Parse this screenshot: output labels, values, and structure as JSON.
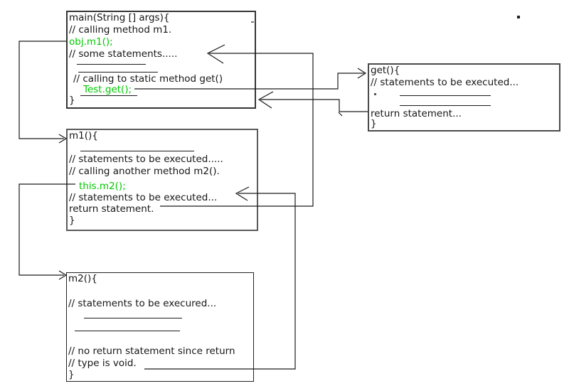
{
  "title": "method-calling-flow-diagram",
  "colors": {
    "green": "#00c800",
    "line": "#1a1a1a"
  },
  "boxes": {
    "main": {
      "l1": "main(String [] args){",
      "l2": "// calling method m1.",
      "l3": "obj.m1();",
      "l4": "// some statements.....",
      "l5": "// calling to static method get()",
      "l6": "Test.get();",
      "l7": "}"
    },
    "m1": {
      "l1": "m1(){",
      "l2": "// statements to be executed.....",
      "l3": "// calling another method m2().",
      "l4": "this.m2();",
      "l5": "// statements to be executed...",
      "l6": "return statement.",
      "l7": "}"
    },
    "get": {
      "l1": "get(){",
      "l2": "// statements to be executed...",
      "l3": "return statement...",
      "l4": "}"
    },
    "m2": {
      "l1": "m2(){",
      "l2": "// statements to be execured...",
      "l3": "// no return statement since return",
      "l4": "// type is void.",
      "l5": "}"
    }
  }
}
